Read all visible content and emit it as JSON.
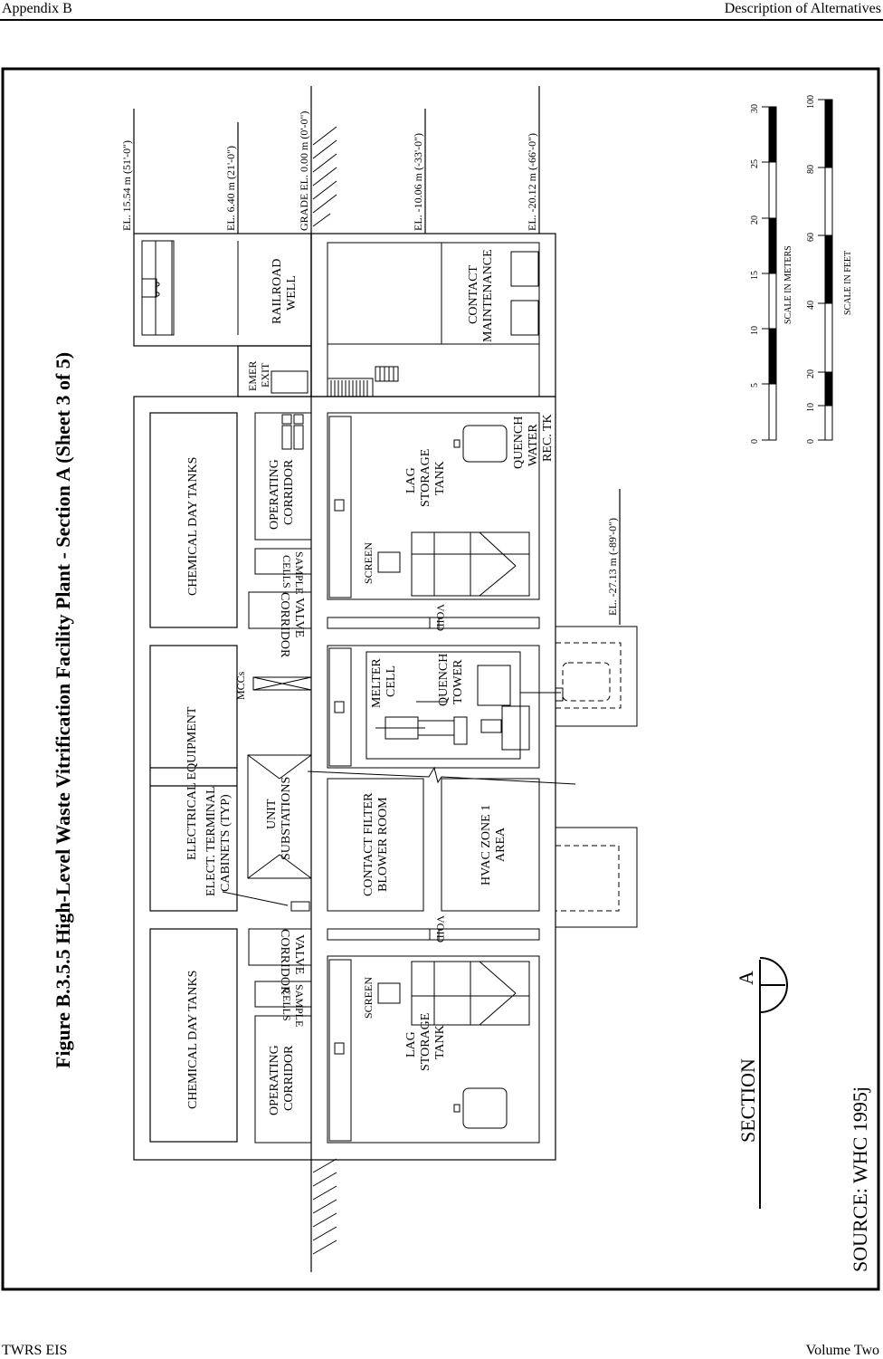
{
  "header": {
    "left": "Appendix B",
    "right": "Description of Alternatives"
  },
  "footer": {
    "left": "TWRS EIS",
    "right": "Volume Two"
  },
  "figure": {
    "title": "Figure B.3.5.5  High-Level Waste Vitrification Facility Plant - Section A (Sheet 3 of 5)",
    "source": "SOURCE:  WHC 1995j",
    "section_label": "SECTION",
    "section_mark": "A"
  },
  "elevations": {
    "el1": "EL. 15.54 m (51'-0\")",
    "el2": "EL. 6.40 m (21'-0\")",
    "grade": "GRADE EL. 0.00 m (0'-0\")",
    "el3": "EL. -10.06 m (-33'-0\")",
    "el4": "EL. -20.12 m (-66'-0\")",
    "el5": "EL. -27.13 m (-89'-0\")"
  },
  "rooms": {
    "railroad_1": "RAILROAD",
    "railroad_2": "WELL",
    "emer_1": "EMER",
    "emer_2": "EXIT",
    "contact_maint_1": "CONTACT",
    "contact_maint_2": "MAINTENANCE",
    "chem_day_tanks": "CHEMICAL DAY TANKS",
    "operating_1": "OPERATING",
    "operating_2": "CORRIDOR",
    "sample_1": "SAMPLE",
    "sample_2": "CELLS",
    "valve_1": "VALVE",
    "valve_2": "CORRIDOR",
    "screen": "SCREEN",
    "lag_1": "LAG",
    "lag_2": "STORAGE",
    "lag_3": "TANK",
    "quench_water_1": "QUENCH",
    "quench_water_2": "WATER",
    "quench_water_3": "REC. TK",
    "void": "VOID",
    "elec_equip": "ELECTRICAL  EQUIPMENT",
    "mccs": "MCCs",
    "elect_terminal_1": "ELECT. TERMINAL",
    "elect_terminal_2": "CABINETS (TYP)",
    "unit_sub_1": "UNIT",
    "unit_sub_2": "SUBSTATIONS",
    "melter_1": "MELTER",
    "melter_2": "CELL",
    "quench_tower_1": "QUENCH",
    "quench_tower_2": "TOWER",
    "contact_filter_1": "CONTACT FILTER",
    "contact_filter_2": "BLOWER ROOM",
    "hvac_1": "HVAC ZONE 1",
    "hvac_2": "AREA"
  },
  "scales": {
    "meters_label": "SCALE IN METERS",
    "meters_ticks": [
      "0",
      "5",
      "10",
      "15",
      "20",
      "25",
      "30"
    ],
    "feet_label": "SCALE IN FEET",
    "feet_ticks": [
      "0",
      "10",
      "20",
      "40",
      "60",
      "80",
      "100"
    ]
  }
}
